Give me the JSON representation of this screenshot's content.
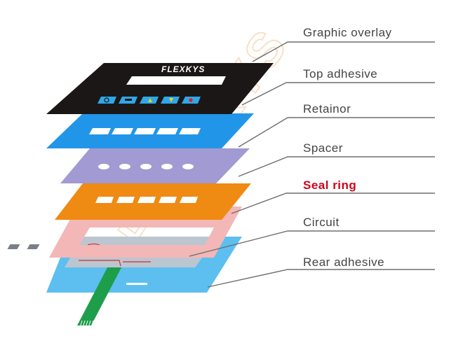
{
  "layers": [
    {
      "id": "graphic-overlay",
      "label": "Graphic overlay",
      "color": "#1c1717",
      "highlight": false
    },
    {
      "id": "top-adhesive",
      "label": "Top adhesive",
      "color": "#2196e8",
      "highlight": false
    },
    {
      "id": "retainor",
      "label": "Retainor",
      "color": "#a29ad2",
      "highlight": false
    },
    {
      "id": "spacer",
      "label": "Spacer",
      "color": "#ef8a12",
      "highlight": false
    },
    {
      "id": "seal-ring",
      "label": "Seal ring",
      "color": "#f2b7b6",
      "highlight": true
    },
    {
      "id": "circuit",
      "label": "Circuit",
      "color": "#bcc6d0",
      "highlight": false
    },
    {
      "id": "rear-adhesive",
      "label": "Rear adhesive",
      "color": "#5cbff0",
      "highlight": false
    }
  ],
  "brand_logo": "FLEXKYS",
  "watermark": "FLEXKYS",
  "colors": {
    "label_text": "#444444",
    "highlight_text": "#d0021b",
    "leader_line": "#6e6e6e",
    "tail": "#1e9e4a",
    "trace": "#d62b2b"
  },
  "overlay_keys": [
    {
      "icon": "power-icon",
      "color": "#2fa7e8"
    },
    {
      "icon": "set-icon",
      "color": "#2fa7e8"
    },
    {
      "icon": "triangle-up-icon",
      "color": "#e8d21a"
    },
    {
      "icon": "triangle-down-icon",
      "color": "#f0d31b"
    },
    {
      "icon": "dot-icon",
      "color": "#e31c24"
    }
  ]
}
